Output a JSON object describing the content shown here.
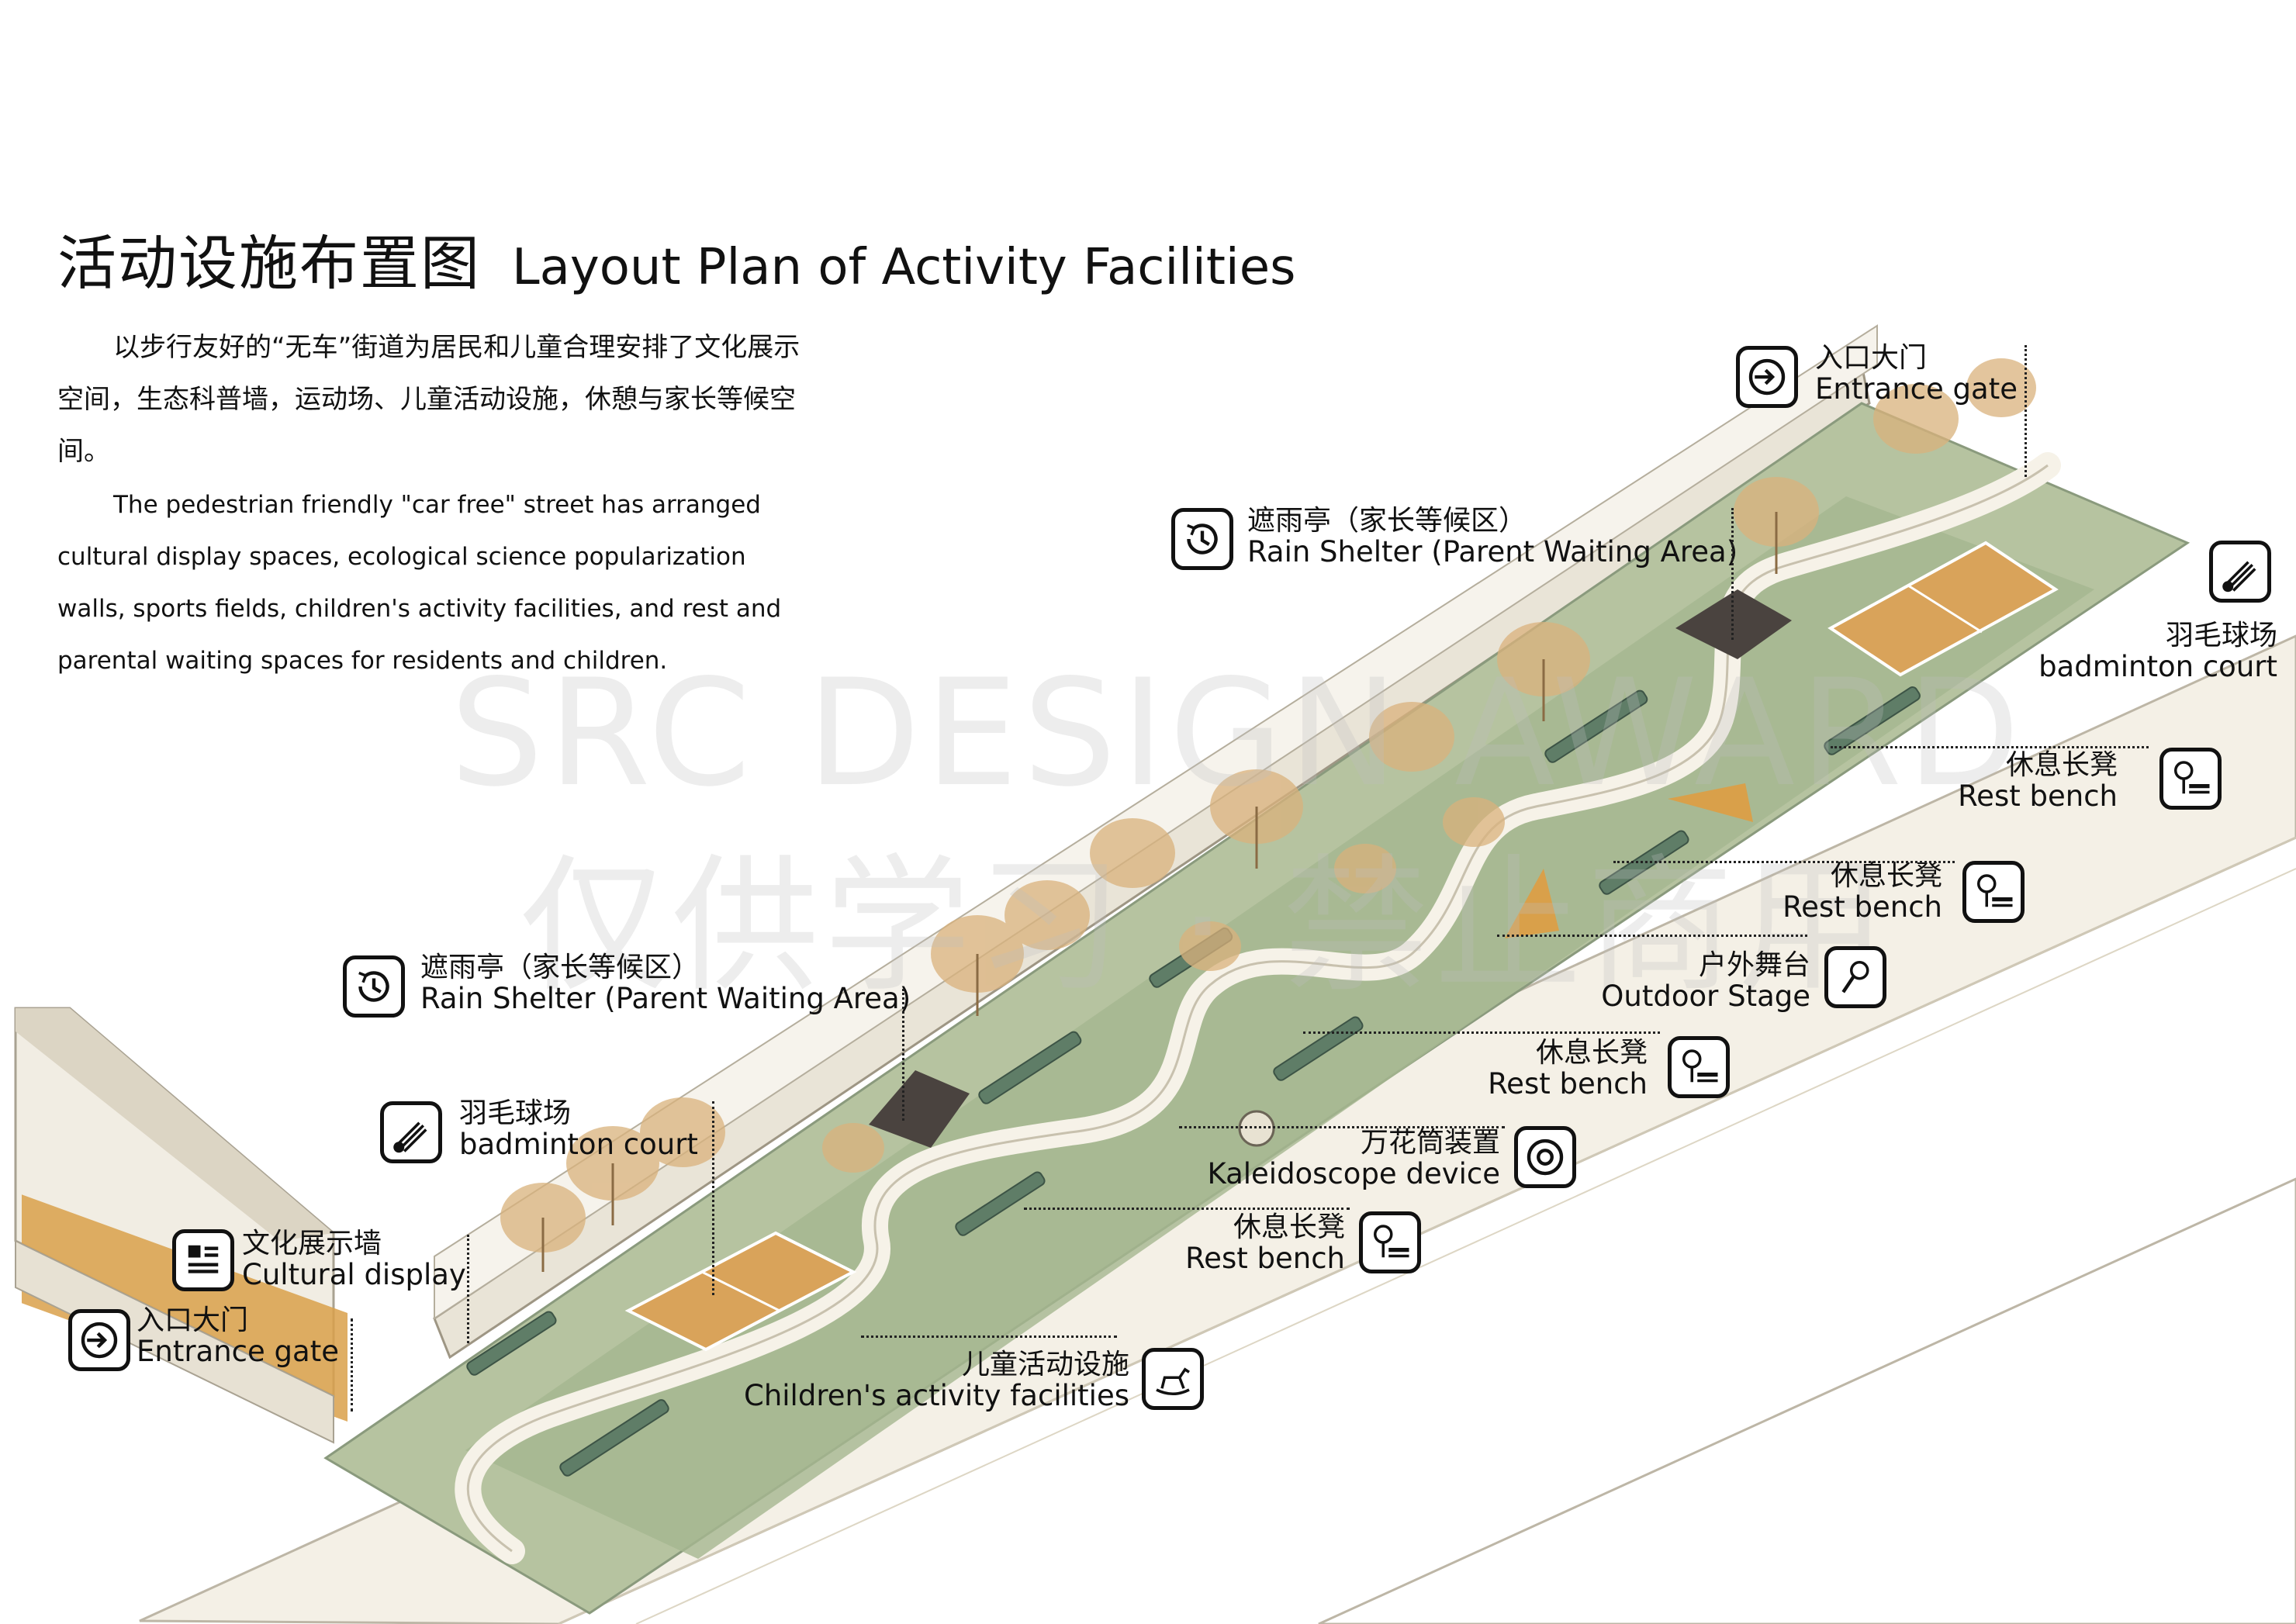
{
  "title": {
    "cn": "活动设施布置图",
    "en": "Layout Plan of Activity Facilities"
  },
  "intro": {
    "cn": "以步行友好的“无车”街道为居民和儿童合理安排了文化展示空间，生态科普墙，运动场、儿童活动设施，休憩与家长等候空间。",
    "en": "The pedestrian friendly \"car free\" street has arranged cultural display spaces, ecological science popularization walls, sports fields, children's activity facilities, and rest and parental waiting spaces for residents and children."
  },
  "watermark": {
    "line1": "SRC DESIGN AWARD",
    "line2": "仅供学习 · 禁止商用"
  },
  "labels": {
    "entrance_gate_top": {
      "cn": "入口大门",
      "en": "Entrance gate",
      "icon": "entrance-arrow-icon"
    },
    "rain_shelter_top": {
      "cn": "遮雨亭（家长等候区）",
      "en": "Rain Shelter (Parent Waiting Area)",
      "icon": "clock-history-icon"
    },
    "badminton_top": {
      "cn": "羽毛球场",
      "en": "badminton court",
      "icon": "shuttlecock-icon"
    },
    "rest_bench_1": {
      "cn": "休息长凳",
      "en": "Rest bench",
      "icon": "bench-tree-icon"
    },
    "rest_bench_2": {
      "cn": "休息长凳",
      "en": "Rest bench",
      "icon": "bench-tree-icon"
    },
    "outdoor_stage": {
      "cn": "户外舞台",
      "en": "Outdoor Stage",
      "icon": "microphone-icon"
    },
    "rest_bench_3": {
      "cn": "休息长凳",
      "en": "Rest bench",
      "icon": "bench-tree-icon"
    },
    "kaleidoscope": {
      "cn": "万花筒装置",
      "en": "Kaleidoscope device",
      "icon": "kaleidoscope-icon"
    },
    "rest_bench_4": {
      "cn": "休息长凳",
      "en": "Rest bench",
      "icon": "bench-tree-icon"
    },
    "children_facilities": {
      "cn": "儿童活动设施",
      "en": "Children's activity facilities",
      "icon": "rocking-horse-icon"
    },
    "rain_shelter_left": {
      "cn": "遮雨亭（家长等候区）",
      "en": "Rain Shelter (Parent Waiting Area)",
      "icon": "clock-history-icon"
    },
    "badminton_left": {
      "cn": "羽毛球场",
      "en": "badminton court",
      "icon": "shuttlecock-icon"
    },
    "cultural_display": {
      "cn": "文化展示墙",
      "en": "Cultural display",
      "icon": "display-board-icon"
    },
    "entrance_gate_left": {
      "cn": "入口大门",
      "en": "Entrance gate",
      "icon": "entrance-arrow-icon"
    }
  },
  "colors": {
    "lawn": "#9daf8a",
    "lawn_dark": "#6e8a6f",
    "path": "#f3efe4",
    "court": "#dca35a",
    "tree": "#d9b27c",
    "pavement": "#ece6d8",
    "building_accent": "#d99a3c",
    "shelter": "#4a433f"
  }
}
